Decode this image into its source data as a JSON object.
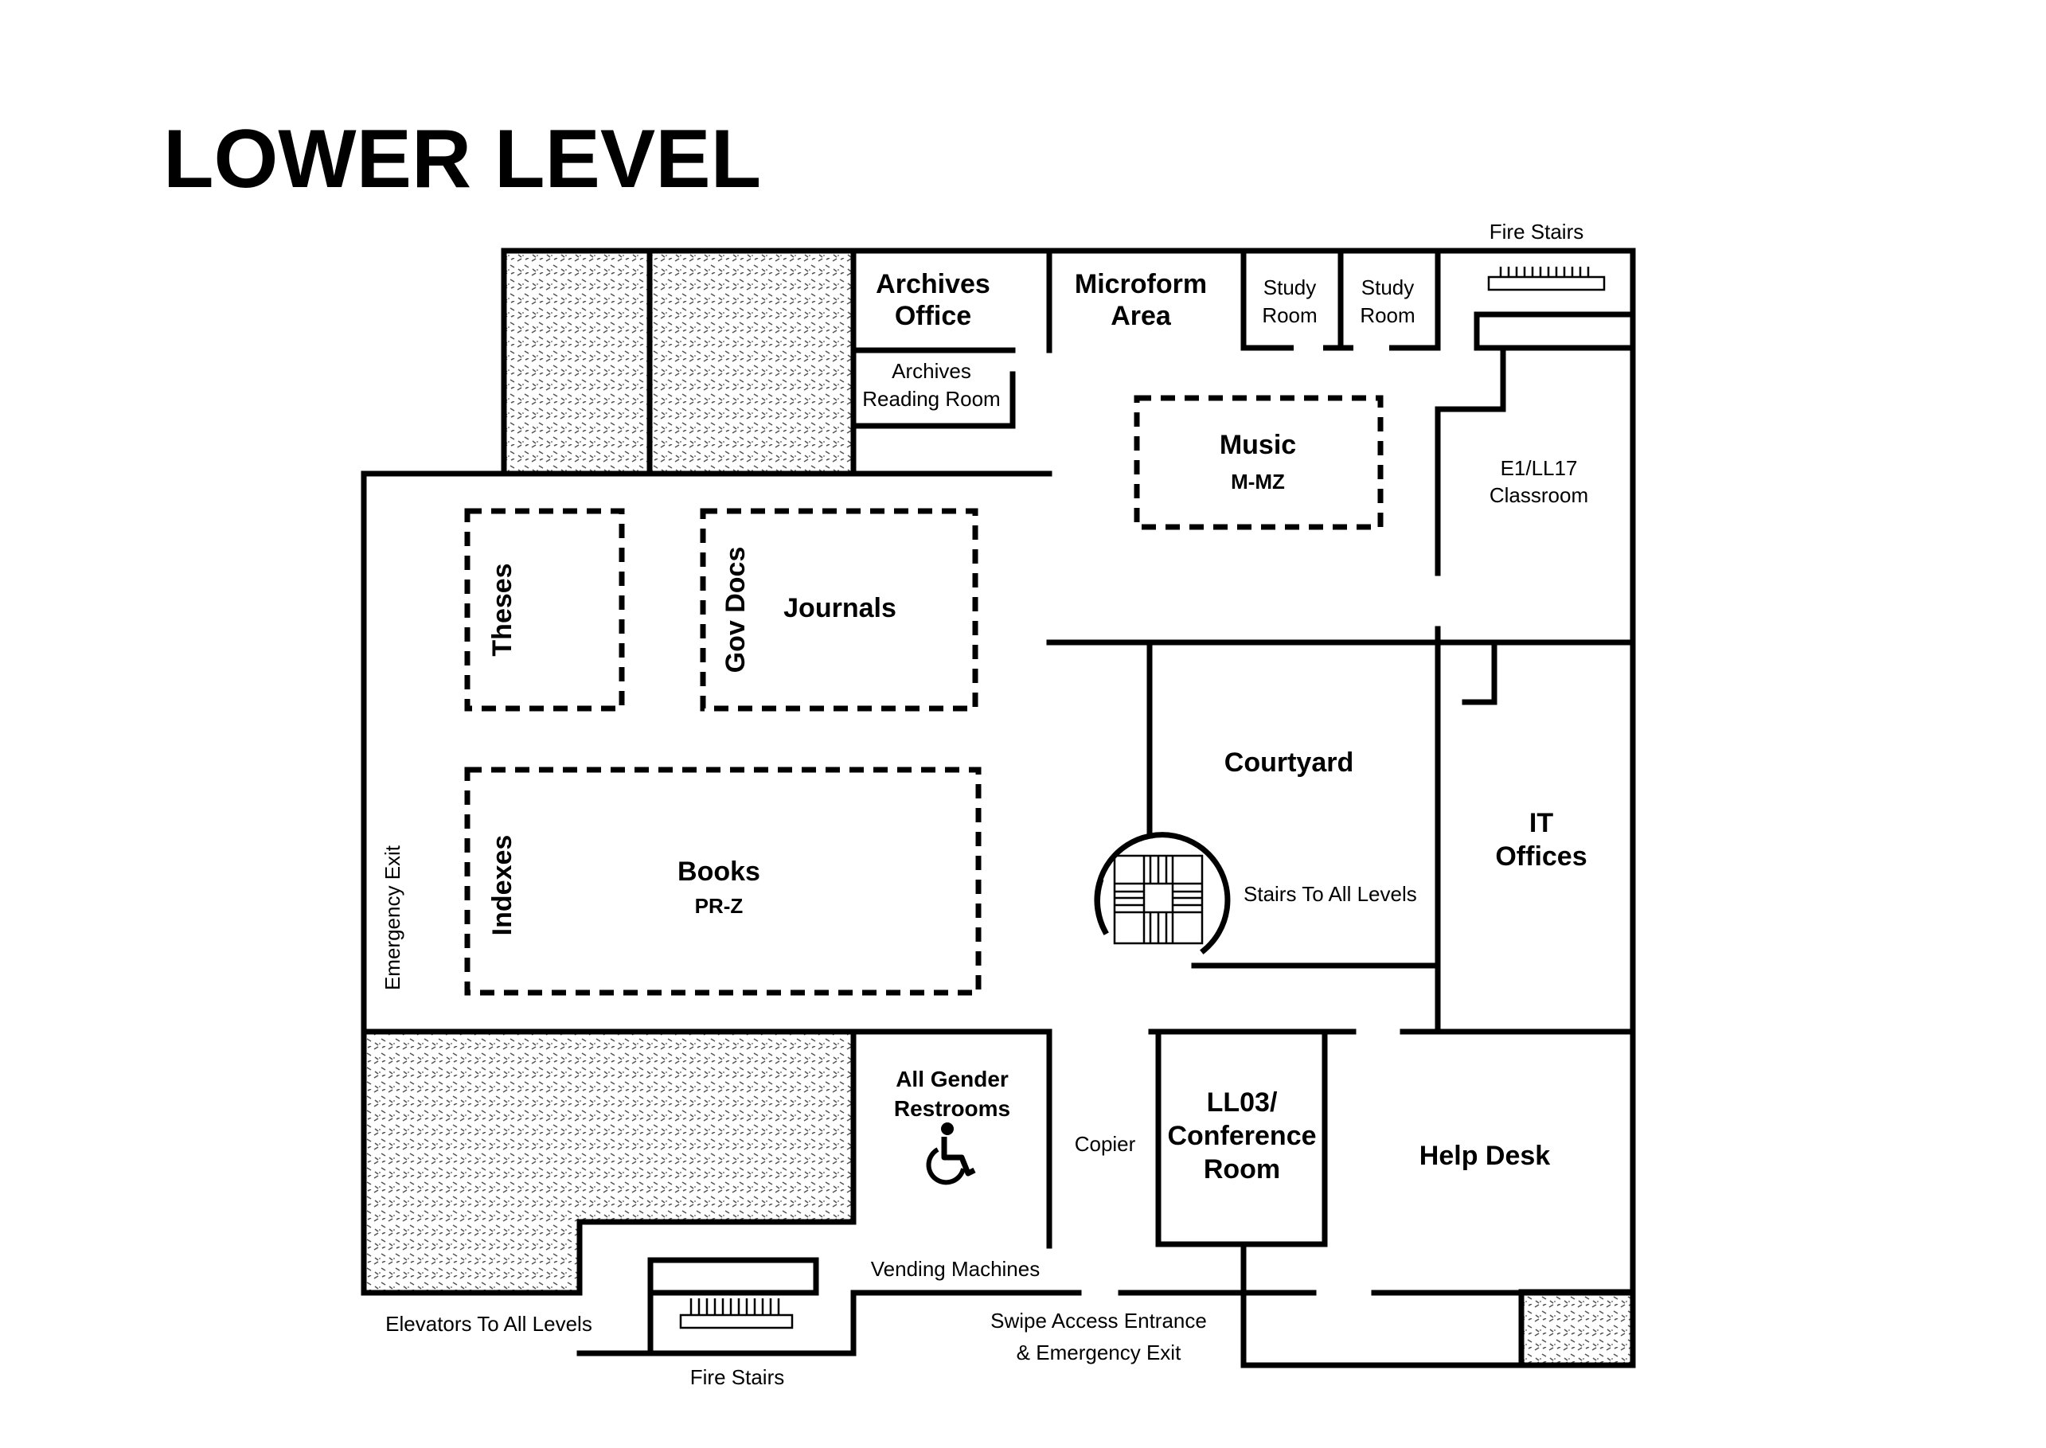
{
  "title": "LOWER LEVEL",
  "colors": {
    "wall": "#000000",
    "background": "#ffffff",
    "hatch": "#555555"
  },
  "icons": [
    "wheelchair-accessible-icon",
    "fire-stairs-icon",
    "spiral-stairs-icon"
  ],
  "rooms": {
    "archives_office": [
      "Archives",
      "Office"
    ],
    "archives_reading_room": [
      "Archives",
      "Reading Room"
    ],
    "microform_area": [
      "Microform",
      "Area"
    ],
    "study_room_1": [
      "Study",
      "Room"
    ],
    "study_room_2": [
      "Study",
      "Room"
    ],
    "fire_stairs_top": "Fire Stairs",
    "music": [
      "Music",
      "M-MZ"
    ],
    "classroom": [
      "E1/LL17",
      "Classroom"
    ],
    "theses": "Theses",
    "gov_docs": "Gov Docs",
    "journals": "Journals",
    "courtyard": "Courtyard",
    "it_offices": [
      "IT",
      "Offices"
    ],
    "indexes": "Indexes",
    "books": [
      "Books",
      "PR-Z"
    ],
    "stairs_all_levels": "Stairs To All Levels",
    "emergency_exit": "Emergency Exit",
    "restrooms": [
      "All Gender",
      "Restrooms"
    ],
    "copier": "Copier",
    "conference_room": [
      "LL03/",
      "Conference",
      "Room"
    ],
    "help_desk": "Help Desk",
    "vending_machines": "Vending Machines",
    "elevators": "Elevators To All Levels",
    "fire_stairs_bottom": "Fire Stairs",
    "swipe_entrance": [
      "Swipe Access Entrance",
      "& Emergency Exit"
    ]
  }
}
